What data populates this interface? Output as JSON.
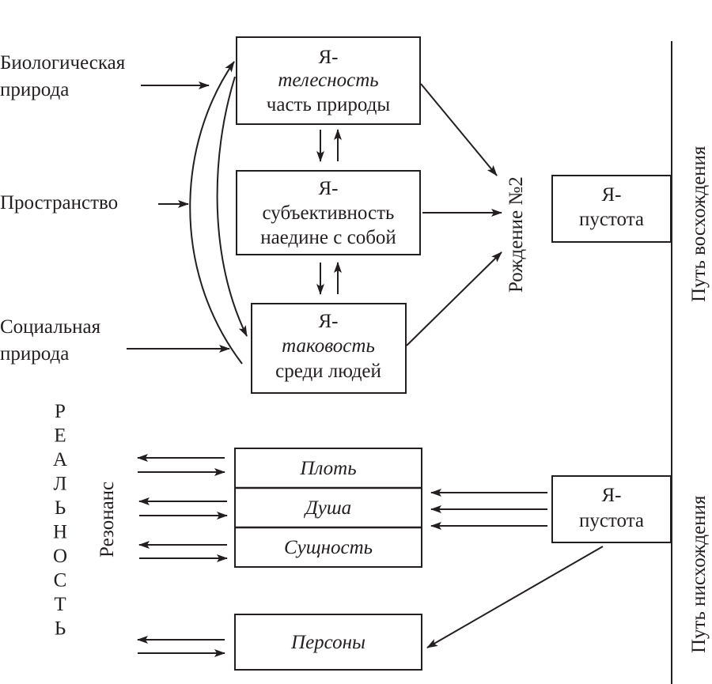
{
  "inputs": {
    "biological": [
      "Биологическая",
      "природа"
    ],
    "space": "Пространство",
    "social": [
      "Социальная",
      "природа"
    ]
  },
  "boxes": {
    "body": {
      "line1": "Я-",
      "line2": "телесность",
      "line3": "часть природы"
    },
    "subjectivity": {
      "line1": "Я-",
      "line2": "субъективность",
      "line3": "наедине с собой"
    },
    "suchness": {
      "line1": "Я-",
      "line2": "таковость",
      "line3": "среди людей"
    },
    "void_top": {
      "line1": "Я-",
      "line2": "пустота"
    },
    "void_bottom": {
      "line1": "Я-",
      "line2": "пустота"
    }
  },
  "birth_label": "Рождение №2",
  "path_up_label": "Путь восхождения",
  "path_down_label": "Путь нисхождения",
  "stack": [
    "Плоть",
    "Душа",
    "Сущность"
  ],
  "personas": "Персоны",
  "resonance_label": "Резонанс",
  "reality_letters": [
    "Р",
    "Е",
    "А",
    "Л",
    "Ь",
    "Н",
    "О",
    "С",
    "Т",
    "Ь"
  ]
}
